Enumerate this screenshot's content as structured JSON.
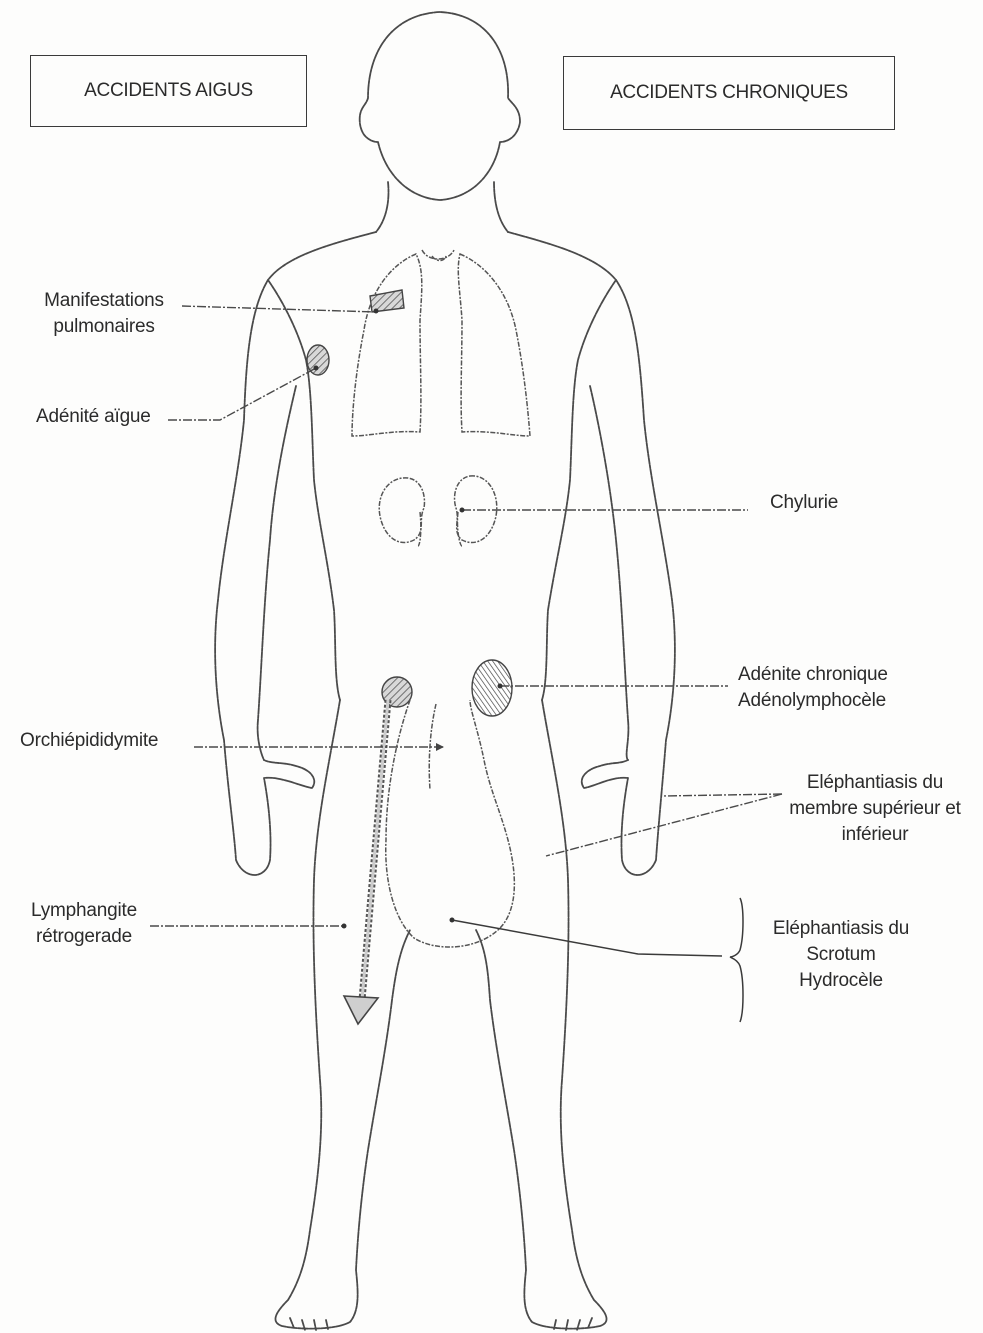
{
  "header": {
    "acute_title": "ACCIDENTS AIGUS",
    "chronic_title": "ACCIDENTS CHRONIQUES"
  },
  "labels": {
    "manifestations": [
      "Manifestations",
      "pulmonaires"
    ],
    "adenite_aigue": "Adénité aïgue",
    "orchiepididymite": "Orchiépididymite",
    "lymphangite": [
      "Lymphangite",
      "rétrogerade"
    ],
    "chylurie": "Chylurie",
    "adenite_chronique": [
      "Adénite chronique",
      "Adénolymphocèle"
    ],
    "elephantiasis_membre": [
      "Eléphantiasis du",
      "membre supérieur et",
      "inférieur"
    ],
    "elephantiasis_scrotum": [
      "Eléphantiasis du",
      "Scrotum",
      "Hydrocèle"
    ]
  }
}
